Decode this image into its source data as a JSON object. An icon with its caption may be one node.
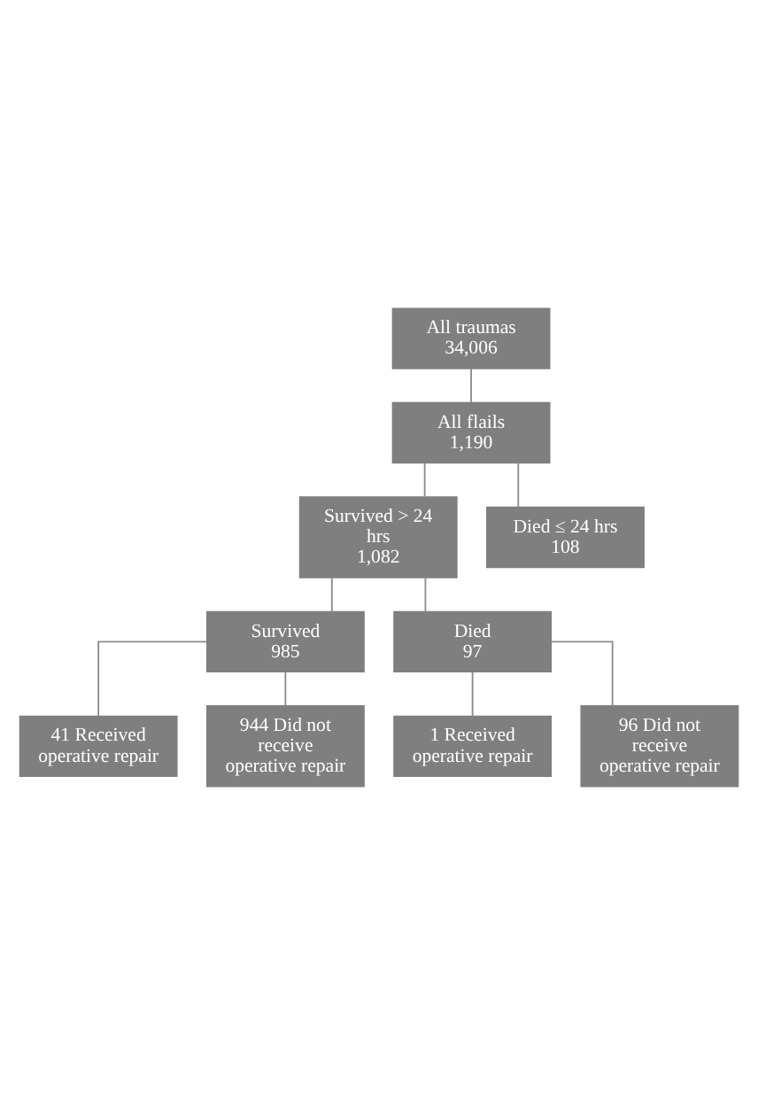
{
  "diagram": {
    "nodes": [
      {
        "text": [
          "All traumas",
          "34,006"
        ]
      },
      {
        "text": [
          "All flails",
          "1,190"
        ]
      },
      {
        "text": [
          "Survived > 24 hrs",
          "1,082"
        ]
      },
      {
        "text": [
          "Died ≤ 24 hrs",
          "108"
        ]
      },
      {
        "text": [
          "Survived",
          "985"
        ]
      },
      {
        "text": [
          "Died",
          "97"
        ]
      },
      {
        "text": [
          "41 Received operative repair"
        ]
      },
      {
        "text": [
          "944 Did not receive operative repair"
        ]
      },
      {
        "text": [
          "1 Received operative repair"
        ]
      },
      {
        "text": [
          "96 Did not receive operative repair"
        ]
      }
    ],
    "edges": [
      {
        "from": 0,
        "to": 1,
        "arrow": "none"
      },
      {
        "from": 1,
        "to": 2,
        "arrow": "none"
      },
      {
        "from": 1,
        "to": 3,
        "arrow": "none"
      },
      {
        "from": 2,
        "to": 4,
        "arrow": "none"
      },
      {
        "from": 2,
        "to": 5,
        "arrow": "none"
      },
      {
        "from": 4,
        "to": 6,
        "arrow": "none"
      },
      {
        "from": 4,
        "to": 7,
        "arrow": "none"
      },
      {
        "from": 5,
        "to": 8,
        "arrow": "none"
      },
      {
        "from": 5,
        "to": 9,
        "arrow": "none"
      }
    ]
  }
}
